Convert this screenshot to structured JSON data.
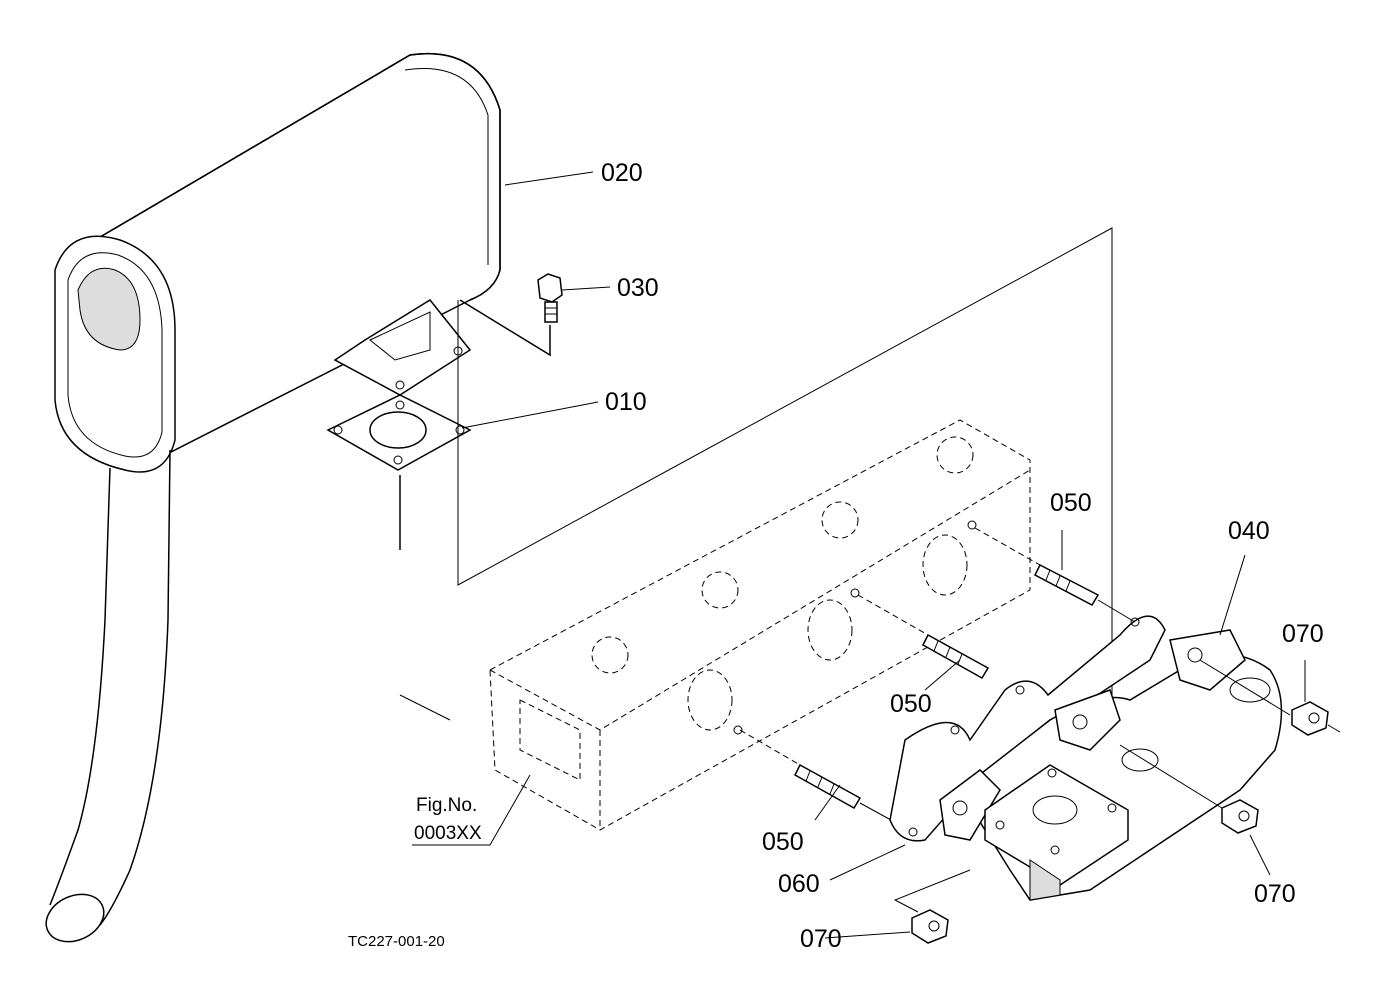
{
  "callouts": {
    "muffler": "020",
    "bolt": "030",
    "gasket_muffler": "010",
    "manifold": "040",
    "stud_top": "050",
    "stud_mid": "050",
    "stud_bottom": "050",
    "gasket_manifold": "060",
    "nut_right_top": "070",
    "nut_right_bottom": "070",
    "nut_bottom": "070"
  },
  "reference": {
    "fig_label": "Fig.No.",
    "fig_number": "0003XX"
  },
  "drawing_code": "TC227-001-20"
}
